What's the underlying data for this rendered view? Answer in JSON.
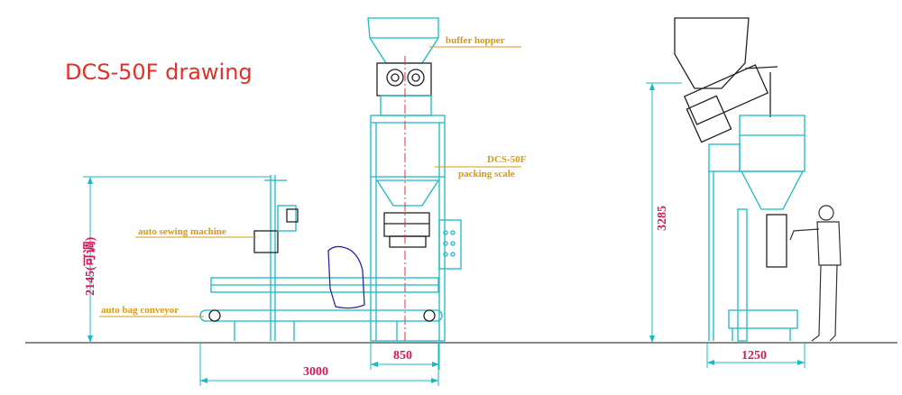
{
  "title": "DCS-50F drawing",
  "labels": {
    "buffer_hopper": "buffer hopper",
    "model": "DCS-50F",
    "packing_scale": "packing scale",
    "sewing_machine": "auto sewing machine",
    "bag_conveyor": "auto bag conveyor"
  },
  "dimensions": {
    "height_adjustable": "2145(可调)",
    "total_length": "3000",
    "scale_width": "850",
    "total_height": "3285",
    "side_width": "1250"
  },
  "colors": {
    "machine": "#19b9c4",
    "label": "#d99a12",
    "dimension": "#d4185a",
    "title": "#e0322a",
    "centerline": "#e03040",
    "bag": "#2a2a9a",
    "detail": "#222222"
  }
}
